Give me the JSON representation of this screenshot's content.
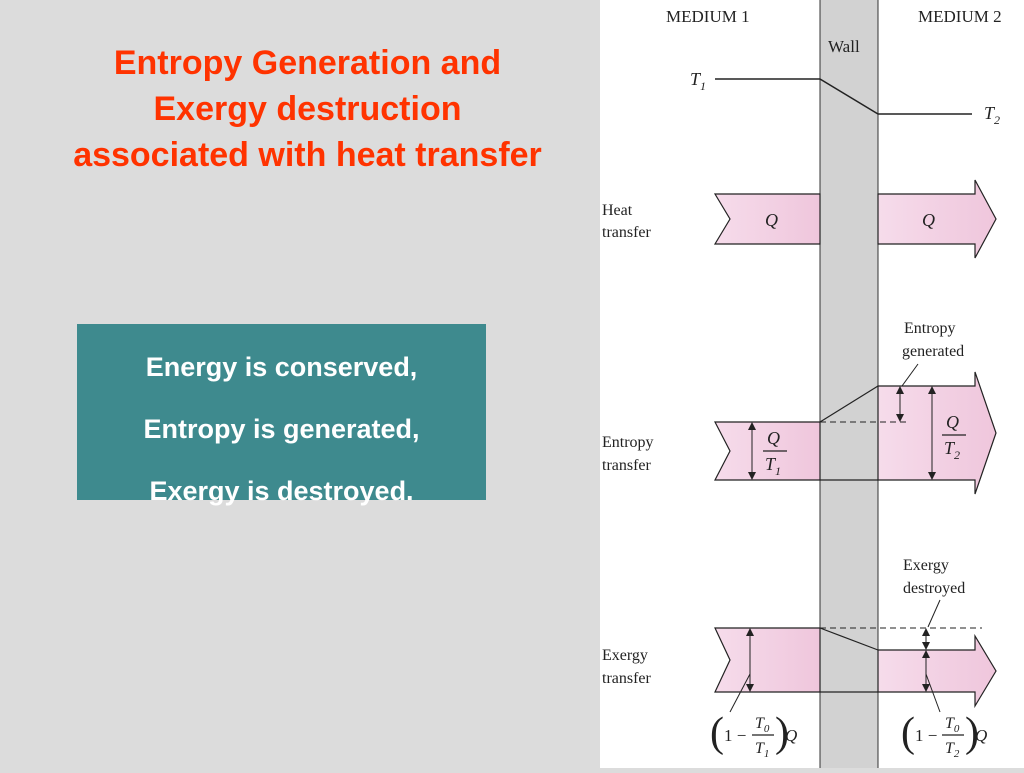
{
  "slide": {
    "title_lines": [
      "Entropy Generation and",
      "Exergy destruction",
      "associated with heat transfer"
    ],
    "statements": [
      "Energy is conserved,",
      "Entropy is generated,",
      "Exergy is destroyed."
    ]
  },
  "diagram": {
    "medium1": "MEDIUM 1",
    "medium2": "MEDIUM 2",
    "wall": "Wall",
    "t1": "T",
    "t1_sub": "1",
    "t2": "T",
    "t2_sub": "2",
    "heat_label_1": "Heat",
    "heat_label_2": "transfer",
    "q_left": "Q",
    "q_right": "Q",
    "entropy_label_1": "Entropy",
    "entropy_label_2": "transfer",
    "entropy_gen_1": "Entropy",
    "entropy_gen_2": "generated",
    "frac_left_num": "Q",
    "frac_left_den": "T",
    "frac_left_den_sub": "1",
    "frac_right_num": "Q",
    "frac_right_den": "T",
    "frac_right_den_sub": "2",
    "exergy_label_1": "Exergy",
    "exergy_label_2": "transfer",
    "exergy_des_1": "Exergy",
    "exergy_des_2": "destroyed",
    "formula_left_one": "1 −",
    "formula_left_num": "T",
    "formula_left_num_sub": "0",
    "formula_left_den": "T",
    "formula_left_den_sub": "1",
    "formula_left_q": "Q",
    "formula_right_one": "1 −",
    "formula_right_num": "T",
    "formula_right_num_sub": "0",
    "formula_right_den": "T",
    "formula_right_den_sub": "2",
    "formula_right_q": "Q"
  },
  "colors": {
    "title": "#ff3300",
    "box": "#3e8a8e",
    "band": "#f2cde0",
    "wall": "#d2d2d2"
  }
}
